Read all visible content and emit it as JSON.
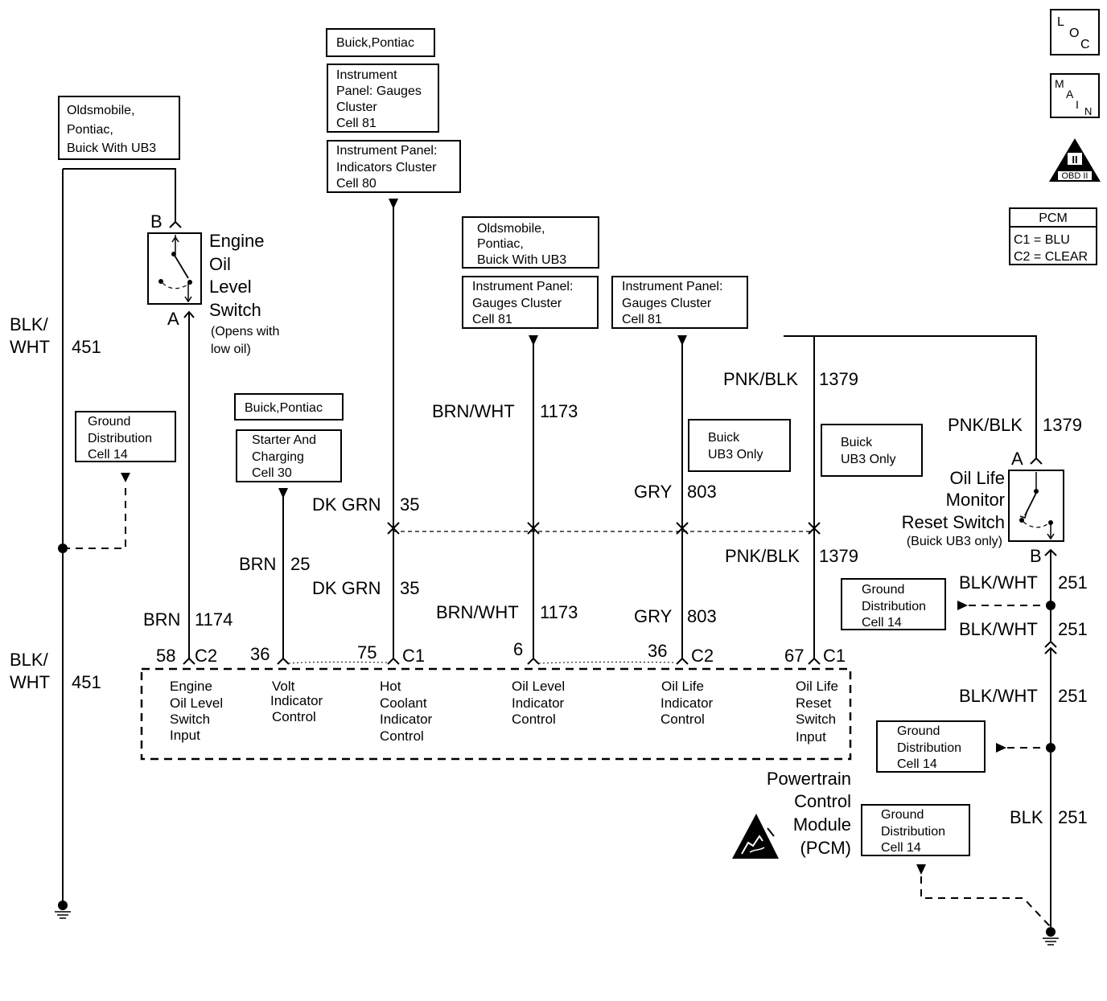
{
  "nav": {
    "loc": [
      "L",
      "O",
      "C"
    ],
    "main": [
      "M",
      "A",
      "I",
      "N"
    ],
    "obd": {
      "roman": "II",
      "label": "OBD II"
    }
  },
  "pcm_legend": {
    "title": "PCM",
    "lines": [
      "C1 = BLU",
      "C2 = CLEAR"
    ]
  },
  "boxes": {
    "olds_pontiac_buick_left": [
      "Oldsmobile,",
      "Pontiac,",
      "Buick With UB3"
    ],
    "buick_pontiac_top": [
      "Buick,Pontiac"
    ],
    "instrument_gauges_top": [
      "Instrument",
      "Panel: Gauges",
      "Cluster",
      "Cell 81"
    ],
    "instrument_indicators": [
      "Instrument Panel:",
      "Indicators Cluster",
      "Cell 80"
    ],
    "olds_pontiac_buick_mid": [
      "Oldsmobile,",
      "Pontiac,",
      "Buick  With UB3"
    ],
    "instrument_gauges_mid": [
      "Instrument Panel:",
      "Gauges Cluster",
      "Cell 81"
    ],
    "instrument_gauges_right": [
      "Instrument Panel:",
      "Gauges Cluster",
      "Cell 81"
    ],
    "ground_left": [
      "Ground",
      "Distribution",
      "Cell 14"
    ],
    "buick_pontiac_starter": [
      "Buick,Pontiac"
    ],
    "starter_charging": [
      "Starter And",
      "Charging",
      "Cell 30"
    ],
    "buick_ub3_only_1": [
      "Buick",
      "UB3 Only"
    ],
    "buick_ub3_only_2": [
      "Buick",
      "UB3 Only"
    ],
    "ground_right_1": [
      "Ground",
      "Distribution",
      "Cell 14"
    ],
    "ground_right_2": [
      "Ground",
      "Distribution",
      "Cell 14"
    ],
    "ground_right_3": [
      "Ground",
      "Distribution",
      "Cell 14"
    ]
  },
  "engine_oil_switch": {
    "title": [
      "Engine",
      "Oil",
      "Level",
      "Switch"
    ],
    "note": [
      "(Opens with",
      "low oil)"
    ],
    "pin_top": "B",
    "pin_bottom": "A"
  },
  "oil_life_switch": {
    "title": [
      "Oil Life",
      "Monitor",
      "Reset Switch"
    ],
    "note": "(Buick UB3 only)",
    "pin_top": "A",
    "pin_bottom": "B"
  },
  "wires": {
    "blk_wht_451_upper": {
      "color": [
        "BLK/",
        "WHT"
      ],
      "circuit": "451"
    },
    "blk_wht_451_lower": {
      "color": [
        "BLK/",
        "WHT"
      ],
      "circuit": "451"
    },
    "brn_1174": {
      "color": "BRN",
      "circuit": "1174"
    },
    "brn_25": {
      "color": "BRN",
      "circuit": "25"
    },
    "dk_grn_35_upper": {
      "color": "DK GRN",
      "circuit": "35"
    },
    "dk_grn_35_lower": {
      "color": "DK GRN",
      "circuit": "35"
    },
    "brn_wht_1173_upper": {
      "color": "BRN/WHT",
      "circuit": "1173"
    },
    "brn_wht_1173_lower": {
      "color": "BRN/WHT",
      "circuit": "1173"
    },
    "gry_803_upper": {
      "color": "GRY",
      "circuit": "803"
    },
    "gry_803_lower": {
      "color": "GRY",
      "circuit": "803"
    },
    "pnk_blk_1379_a": {
      "color": "PNK/BLK",
      "circuit": "1379"
    },
    "pnk_blk_1379_b": {
      "color": "PNK/BLK",
      "circuit": "1379"
    },
    "pnk_blk_1379_c": {
      "color": "PNK/BLK",
      "circuit": "1379"
    },
    "blk_wht_251_a": {
      "color": "BLK/WHT",
      "circuit": "251"
    },
    "blk_wht_251_b": {
      "color": "BLK/WHT",
      "circuit": "251"
    },
    "blk_wht_251_c": {
      "color": "BLK/WHT",
      "circuit": "251"
    },
    "blk_251": {
      "color": "BLK",
      "circuit": "251"
    }
  },
  "pcm_pins": {
    "p58": {
      "pin": "58",
      "conn": "C2"
    },
    "p36a": {
      "pin": "36",
      "conn": ""
    },
    "p75": {
      "pin": "75",
      "conn": "C1"
    },
    "p6": {
      "pin": "6",
      "conn": ""
    },
    "p36b": {
      "pin": "36",
      "conn": "C2"
    },
    "p67": {
      "pin": "67",
      "conn": "C1"
    }
  },
  "pcm_functions": {
    "f1": [
      "Engine",
      "Oil Level",
      "Switch",
      "Input"
    ],
    "f2": [
      "Volt",
      "Indicator",
      "Control"
    ],
    "f3": [
      "Hot",
      "Coolant",
      "Indicator",
      "Control"
    ],
    "f4": [
      "Oil Level",
      "Indicator",
      "Control"
    ],
    "f5": [
      "Oil Life",
      "Indicator",
      "Control"
    ],
    "f6": [
      "Oil Life",
      "Reset",
      "Switch",
      "Input"
    ]
  },
  "pcm_name": [
    "Powertrain",
    "Control",
    "Module",
    "(PCM)"
  ]
}
